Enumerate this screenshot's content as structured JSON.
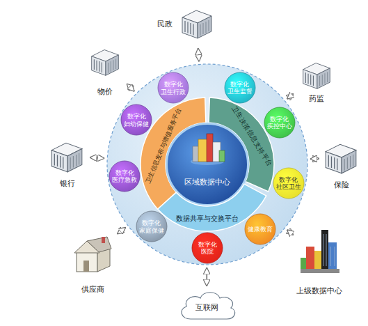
{
  "diagram": {
    "nodes": [
      {
        "text": [
          "民政"
        ]
      },
      {
        "text": [
          "物价"
        ]
      },
      {
        "text": [
          "药监"
        ]
      },
      {
        "text": []
      },
      {
        "text": [
          "数字化 卫生行政"
        ],
        "in": 3
      },
      {
        "text": [
          "数字化 卫生监督"
        ],
        "in": 3
      },
      {
        "text": [
          "数字化 妇幼保健"
        ],
        "in": 3
      },
      {
        "text": [
          "数字化 疾控中心"
        ],
        "in": 3
      },
      {
        "text": [
          "卫生信息发布与增值服务平台"
        ],
        "in": 3
      },
      {
        "text": [
          "卫生决策信息支持平台"
        ],
        "in": 3
      },
      {
        "text": [
          "区域数据中心"
        ],
        "in": 3
      },
      {
        "text": [
          "银行"
        ]
      },
      {
        "text": [
          "保险"
        ]
      },
      {
        "text": [
          "数字化 医疗急救"
        ],
        "in": 3
      },
      {
        "text": [
          "数字化 社区卫生"
        ],
        "in": 3
      },
      {
        "text": [
          "数据共享与交换平台"
        ],
        "in": 3
      },
      {
        "text": [
          "数字化 家庭保健"
        ],
        "in": 3
      },
      {
        "text": [
          "健康教育"
        ],
        "in": 3
      },
      {
        "text": [
          "数字化 医院"
        ],
        "in": 3
      },
      {
        "text": [
          "供应商"
        ]
      },
      {
        "text": [
          "上级数据中心"
        ]
      },
      {
        "text": [
          "互联网"
        ]
      }
    ],
    "edges": [
      {
        "from": 0,
        "to": 3,
        "arrow": "both"
      },
      {
        "from": 1,
        "to": 3,
        "arrow": "both"
      },
      {
        "from": 2,
        "to": 3,
        "arrow": "both"
      },
      {
        "from": 11,
        "to": 3,
        "arrow": "both"
      },
      {
        "from": 12,
        "to": 3,
        "arrow": "both"
      },
      {
        "from": 19,
        "to": 3,
        "arrow": "both"
      },
      {
        "from": 20,
        "to": 3,
        "arrow": "both"
      },
      {
        "from": 21,
        "to": 3,
        "arrow": "both"
      }
    ]
  }
}
